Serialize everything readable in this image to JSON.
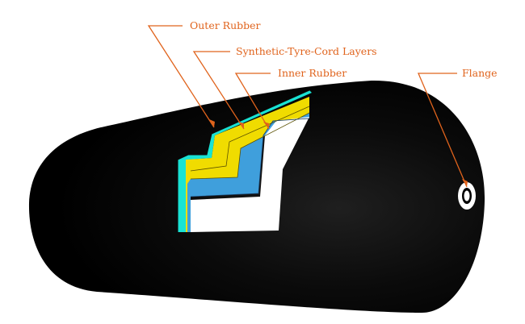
{
  "labels": {
    "outer_rubber": "Outer Rubber",
    "synthetic_cord": "Synthetic-Tyre-Cord Layers",
    "inner_rubber": "Inner Rubber",
    "flange": "Flange"
  },
  "colors": {
    "body": "#000000",
    "outer_rubber_layer": "#19e3d4",
    "cord_layer": "#f0dc00",
    "inner_rubber_layer": "#3f9fdc",
    "interior": "#ffffff",
    "leader": "#e0631c",
    "label_text": "#e0631c"
  }
}
